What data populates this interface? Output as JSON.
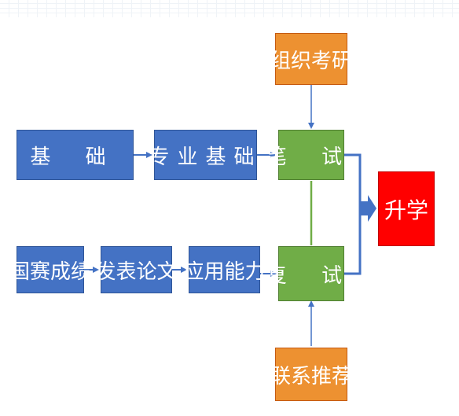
{
  "nodes": {
    "jichu": "基  础",
    "zhuanye_jichu": "专业基础",
    "bishi": "笔  试",
    "zuzhi_kaoyan": "组织考研",
    "guosai": "国赛成绩",
    "lunwen": "发表论文",
    "yingyong": "应用能力",
    "fushi": "复  试",
    "lianxi": "联系推荐",
    "shengxue": "升学"
  },
  "colors": {
    "blue": "#4472c4",
    "green": "#70ad47",
    "orange": "#ed9131",
    "red": "#ff0000",
    "connector": "#4472c4"
  }
}
